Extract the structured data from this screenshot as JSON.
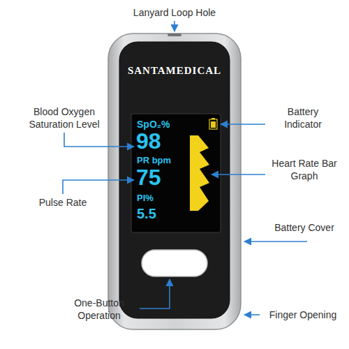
{
  "diagram": {
    "labels": [
      "Lanyard Loop Hole",
      "SANTAMEDICAL",
      "Blood Oxygen Saturation Level",
      "SpO₂%",
      "Battery Indicator",
      "98",
      "PR bpm",
      "Heart Rate Bar Graph",
      "Pulse Rate",
      "75",
      "PI%",
      "5.5",
      "Battery Cover",
      "One-Button Operation",
      "Finger Opening"
    ]
  }
}
